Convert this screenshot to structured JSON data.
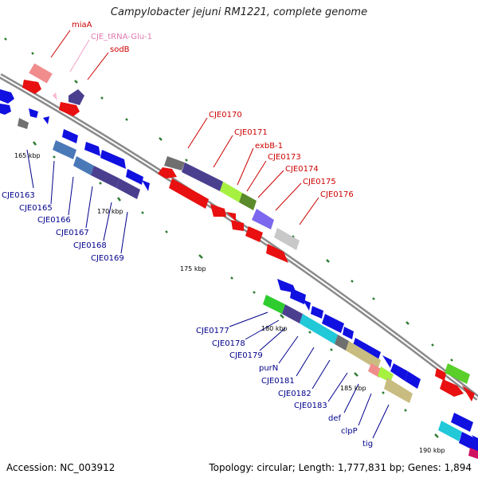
{
  "title": "Campylobacter jejuni RM1221, complete genome",
  "footer": {
    "accession": "Accession: NC_003912",
    "topology": "Topology: circular; Length: 1,777,831 bp; Genes: 1,894"
  },
  "ruler_labels": [
    "165 kbp",
    "170 kbp",
    "175 kbp",
    "180 kbp",
    "185 kbp",
    "190 kbp"
  ],
  "gene_labels": {
    "miaA": "miaA",
    "cje_trna_glu_1": "CJE_tRNA-Glu-1",
    "sodB": "sodB",
    "cje0163": "CJE0163",
    "cje0165": "CJE0165",
    "cje0166": "CJE0166",
    "cje0167": "CJE0167",
    "cje0168": "CJE0168",
    "cje0169": "CJE0169",
    "cje0170": "CJE0170",
    "cje0171": "CJE0171",
    "exbB_1": "exbB-1",
    "cje0173": "CJE0173",
    "cje0174": "CJE0174",
    "cje0175": "CJE0175",
    "cje0176": "CJE0176",
    "cje0177": "CJE0177",
    "cje0178": "CJE0178",
    "cje0179": "CJE0179",
    "purN": "purN",
    "cje0181": "CJE0181",
    "cje0182": "CJE0182",
    "cje0183": "CJE0183",
    "def": "def",
    "clpP": "clpP",
    "tig": "tig"
  },
  "colors": {
    "forward_label": "#00008b",
    "reverse_label": "#cc0000",
    "trna_label": "#e07ab0",
    "backbone": "#8a8a8a",
    "tick": "#2e7d32"
  }
}
